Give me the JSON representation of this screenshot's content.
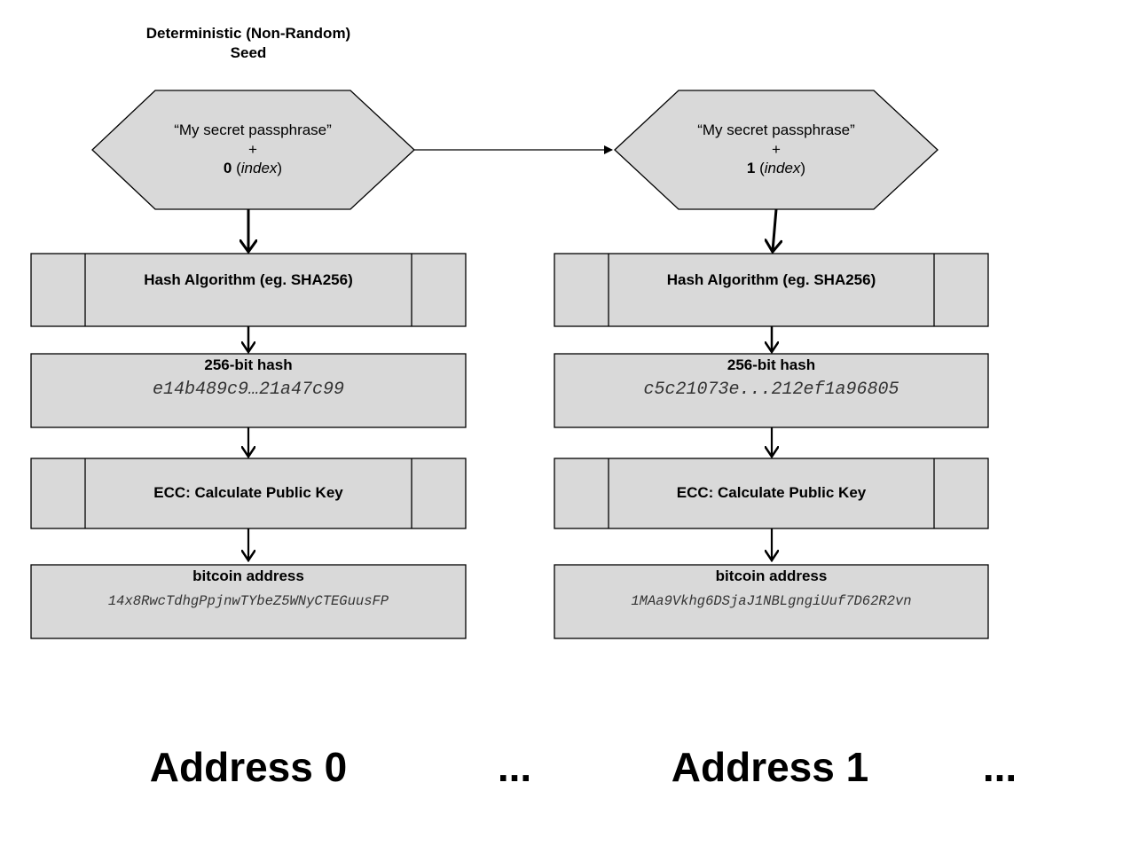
{
  "seed_title": "Deterministic (Non-Random) Seed",
  "columns": [
    {
      "seed_phrase": "“My secret passphrase”",
      "plus": "+",
      "index_value": "0",
      "index_open": " (",
      "index_word": "index",
      "index_close": ")",
      "hash_step": "Hash Algorithm (eg. SHA256)",
      "hash_label": "256-bit hash",
      "hash_value": "e14b489c9…21a47c99",
      "ecc_step": "ECC: Calculate Public Key",
      "address_label": "bitcoin address",
      "address_value": "14x8RwcTdhgPpjnwTYbeZ5WNyCTEGuusFP",
      "footer": "Address 0",
      "ellipsis": "..."
    },
    {
      "seed_phrase": "“My secret passphrase”",
      "plus": "+",
      "index_value": "1",
      "index_open": " (",
      "index_word": "index",
      "index_close": ")",
      "hash_step": "Hash Algorithm (eg. SHA256)",
      "hash_label": "256-bit hash",
      "hash_value": "c5c21073e...212ef1a96805",
      "ecc_step": "ECC: Calculate Public Key",
      "address_label": "bitcoin address",
      "address_value": "1MAa9Vkhg6DSjaJ1NBLgngiUuf7D62R2vn",
      "footer": "Address 1",
      "ellipsis": "..."
    }
  ],
  "colors": {
    "fill": "#d9d9d9",
    "stroke": "#000000"
  }
}
